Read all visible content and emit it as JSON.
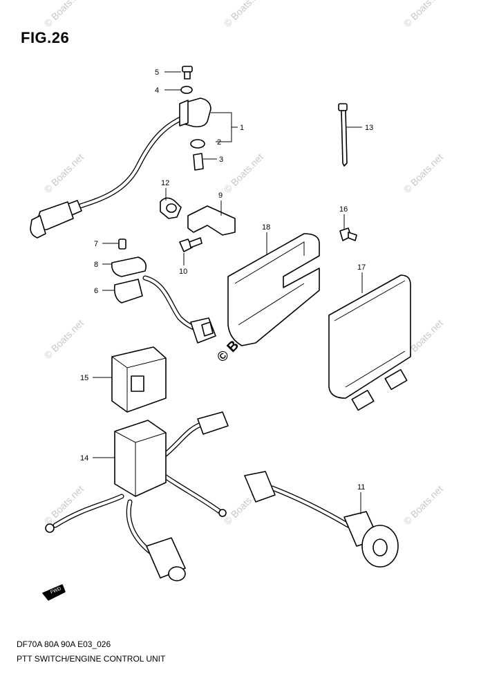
{
  "figure": {
    "title": "FIG.26"
  },
  "caption": {
    "line1": "DF70A 80A 90A E03_026",
    "line2": "PTT SWITCH/ENGINE CONTROL UNIT"
  },
  "watermark": {
    "text": "© Boats.net",
    "center_text": "© Boats.net"
  },
  "fwd_label": "FWD",
  "callouts": [
    {
      "n": "1",
      "part": "ptt-switch-harness"
    },
    {
      "n": "2",
      "part": "o-ring"
    },
    {
      "n": "3",
      "part": "clip"
    },
    {
      "n": "4",
      "part": "washer"
    },
    {
      "n": "5",
      "part": "bolt"
    },
    {
      "n": "6",
      "part": "sensor-harness"
    },
    {
      "n": "7",
      "part": "screw"
    },
    {
      "n": "8",
      "part": "plate"
    },
    {
      "n": "9",
      "part": "bracket"
    },
    {
      "n": "10",
      "part": "bolt"
    },
    {
      "n": "11",
      "part": "grommet-harness"
    },
    {
      "n": "12",
      "part": "clamp"
    },
    {
      "n": "13",
      "part": "cable-tie"
    },
    {
      "n": "14",
      "part": "relay-harness"
    },
    {
      "n": "15",
      "part": "relay-cover"
    },
    {
      "n": "16",
      "part": "bolt"
    },
    {
      "n": "17",
      "part": "engine-control-unit"
    },
    {
      "n": "18",
      "part": "ecu-cover"
    }
  ]
}
